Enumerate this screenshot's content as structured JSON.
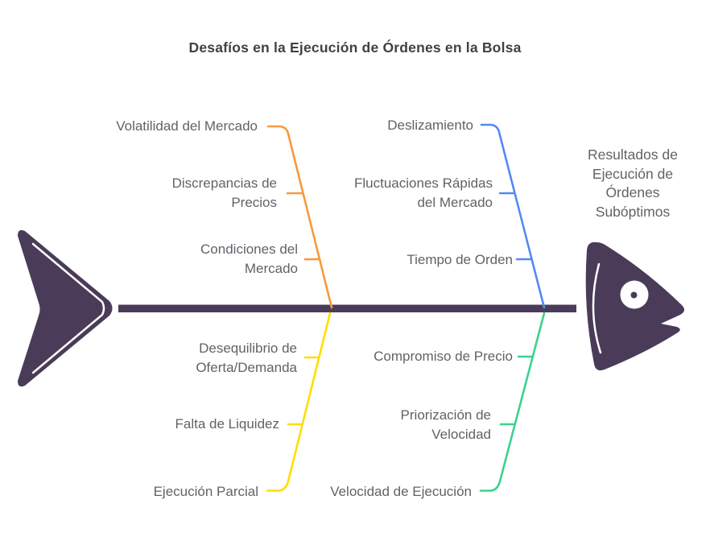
{
  "title": "Desafíos en la Ejecución de Órdenes en la Bolsa",
  "diagram": {
    "type": "fishbone",
    "node_color": "#4a3c58",
    "effect": {
      "label": "Resultados de\nEjecución de\nÓrdenes\nSubóptimos"
    },
    "branches": [
      {
        "id": "top-left",
        "color": "#f8993c",
        "causes": [
          "Volatilidad del Mercado",
          "Discrepancias de\nPrecios",
          "Condiciones del\nMercado"
        ]
      },
      {
        "id": "top-right",
        "color": "#5589f2",
        "causes": [
          "Deslizamiento",
          "Fluctuaciones Rápidas\ndel Mercado",
          "Tiempo de Orden"
        ]
      },
      {
        "id": "bottom-left",
        "color": "#ffde00",
        "causes": [
          "Desequilibrio de\nOferta/Demanda",
          "Falta de Liquidez",
          "Ejecución Parcial"
        ]
      },
      {
        "id": "bottom-right",
        "color": "#3bd28f",
        "causes": [
          "Compromiso de Precio",
          "Priorización de\nVelocidad",
          "Velocidad de Ejecución"
        ]
      }
    ]
  }
}
